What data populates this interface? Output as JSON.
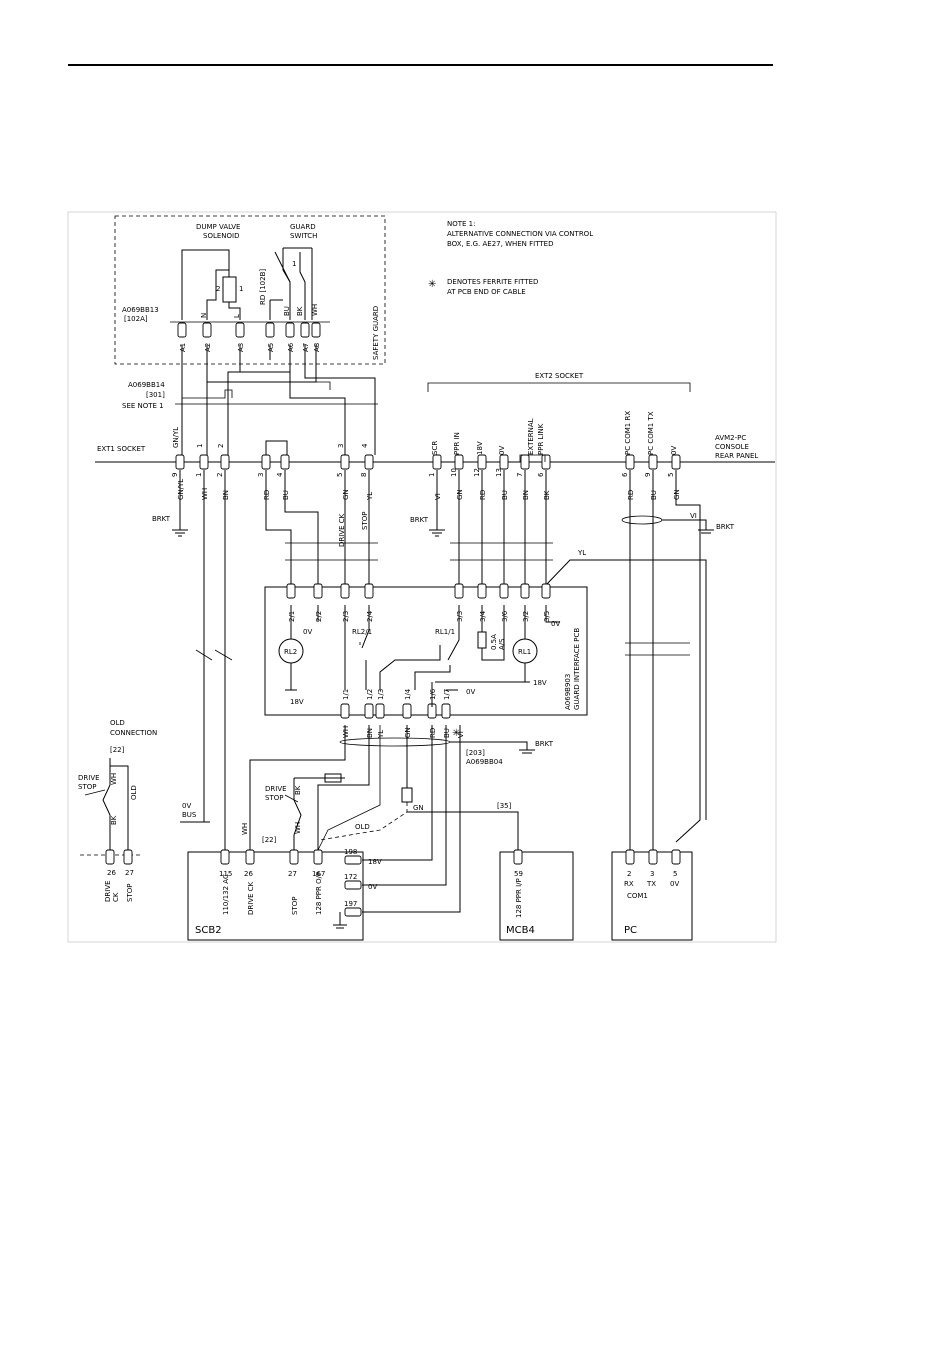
{
  "notes": {
    "note1_line1": "NOTE 1:",
    "note1_line2": "ALTERNATIVE CONNECTION VIA CONTROL",
    "note1_line3": "BOX, E.G. AE27, WHEN FITTED",
    "ferrite_symbol": "✳",
    "ferrite_line1": "DENOTES FERRITE FITTED",
    "ferrite_line2": "AT PCB END OF CABLE"
  },
  "guard": {
    "dump_valve_1": "DUMP VALVE",
    "dump_valve_2": "SOLENOID",
    "guard_switch_1": "GUARD",
    "guard_switch_2": "SWITCH",
    "part": "A069BB13",
    "part_ref": "[102A]",
    "rd_ref": "RD [102B]",
    "safety_guard": "SAFETY GUARD",
    "sol_pin2": "2",
    "sol_pin1": "1",
    "sw_pin1": "1",
    "wire_n": "N",
    "wire_l": "L",
    "wire_bu": "BU",
    "wire_bk": "BK",
    "wire_wh": "WH",
    "pins": [
      "A1",
      "A2",
      "A3",
      "A5",
      "A6",
      "A7",
      "A8"
    ]
  },
  "ext1": {
    "part": "A069BB14",
    "part_ref": "[301]",
    "see_note": "SEE NOTE 1",
    "socket": "EXT1 SOCKET",
    "top_labels": [
      "GN/YL",
      "1",
      "2",
      "3",
      "4"
    ],
    "pins": [
      "9",
      "1",
      "2",
      "3",
      "4",
      "5",
      "8"
    ],
    "bottom_labels": [
      "GN/YL",
      "WH",
      "BN",
      "RD",
      "BU",
      "GN",
      "YL"
    ],
    "drive_ck": "DRIVE CK",
    "stop": "STOP",
    "brkt": "BRKT"
  },
  "ext2": {
    "socket": "EXT2 SOCKET",
    "top_labels": [
      "SCR",
      "PPR IN",
      "18V",
      "0V",
      "EXTERNAL",
      "PPR LINK",
      "PC COM1 RX",
      "PC COM1 TX",
      "0V"
    ],
    "pins": [
      "1",
      "10",
      "12",
      "13",
      "7",
      "6",
      "6",
      "9",
      "5"
    ],
    "bottom_labels": [
      "VI",
      "GN",
      "RD",
      "BU",
      "BN",
      "BK",
      "RD",
      "BU",
      "GN"
    ],
    "avm_1": "AVM2-PC",
    "avm_2": "CONSOLE",
    "avm_3": "REAR PANEL",
    "brkt": "BRKT",
    "brkt2": "BRKT",
    "vi": "VI",
    "yl": "YL"
  },
  "pcb": {
    "name_1": "A069B903",
    "name_2": "GUARD INTERFACE PCB",
    "top_pins": [
      "2/1",
      "2/2",
      "2/3",
      "2/4",
      "3/3",
      "3/4",
      "3/6",
      "3/2",
      "3/5"
    ],
    "bottom_pins": [
      "1/1",
      "1/2",
      "1/3",
      "1/4",
      "1/6",
      "1/7"
    ],
    "rl2": "RL2",
    "rl1": "RL1",
    "rl2_contact": "RL2/1",
    "rl1_contact": "RL1/1",
    "fuse_1": "0.5A",
    "fuse_2": "A/S",
    "v0_top": "0V",
    "v0_right": "0V",
    "v18_left": "18V",
    "v18_right": "18V",
    "v0_bottom": "0V",
    "brkt": "BRKT",
    "wire_labels": [
      "WH",
      "BN",
      "YL",
      "GN",
      "RD",
      "BU",
      "VI"
    ],
    "cable_ref": "[203]",
    "cable_part": "A069BB04"
  },
  "old": {
    "title_1": "OLD",
    "title_2": "CONNECTION",
    "ref": "[22]",
    "drive_1": "DRIVE",
    "drive_2": "STOP",
    "wh": "WH",
    "bk": "BK",
    "old_label": "OLD",
    "pins": [
      "26",
      "27"
    ],
    "lbl_drive": "DRIVE",
    "lbl_ck": "CK",
    "lbl_stop": "STOP"
  },
  "scb2": {
    "name": "SCB2",
    "ov_bus_1": "0V",
    "ov_bus_2": "BUS",
    "wh": "WH",
    "ref": "[22]",
    "drive_1": "DRIVE",
    "drive_2": "STOP",
    "bk": "BK",
    "wh2": "WH",
    "old": "OLD",
    "gn": "GN",
    "pins": [
      "115",
      "26",
      "27",
      "167"
    ],
    "pin_labels": [
      "110/132 AC",
      "DRIVE CK",
      "STOP",
      "128 PPR O/P"
    ],
    "side_pins": [
      "198",
      "172",
      "197"
    ],
    "v18": "18V",
    "v0": "0V"
  },
  "mcb4": {
    "name": "MCB4",
    "ref": "[35]",
    "pin": "59",
    "pin_label": "128 PPR I/P"
  },
  "pc": {
    "name": "PC",
    "pins": [
      "2",
      "3",
      "5"
    ],
    "labels": [
      "RX",
      "TX",
      "0V"
    ],
    "com": "COM1"
  }
}
